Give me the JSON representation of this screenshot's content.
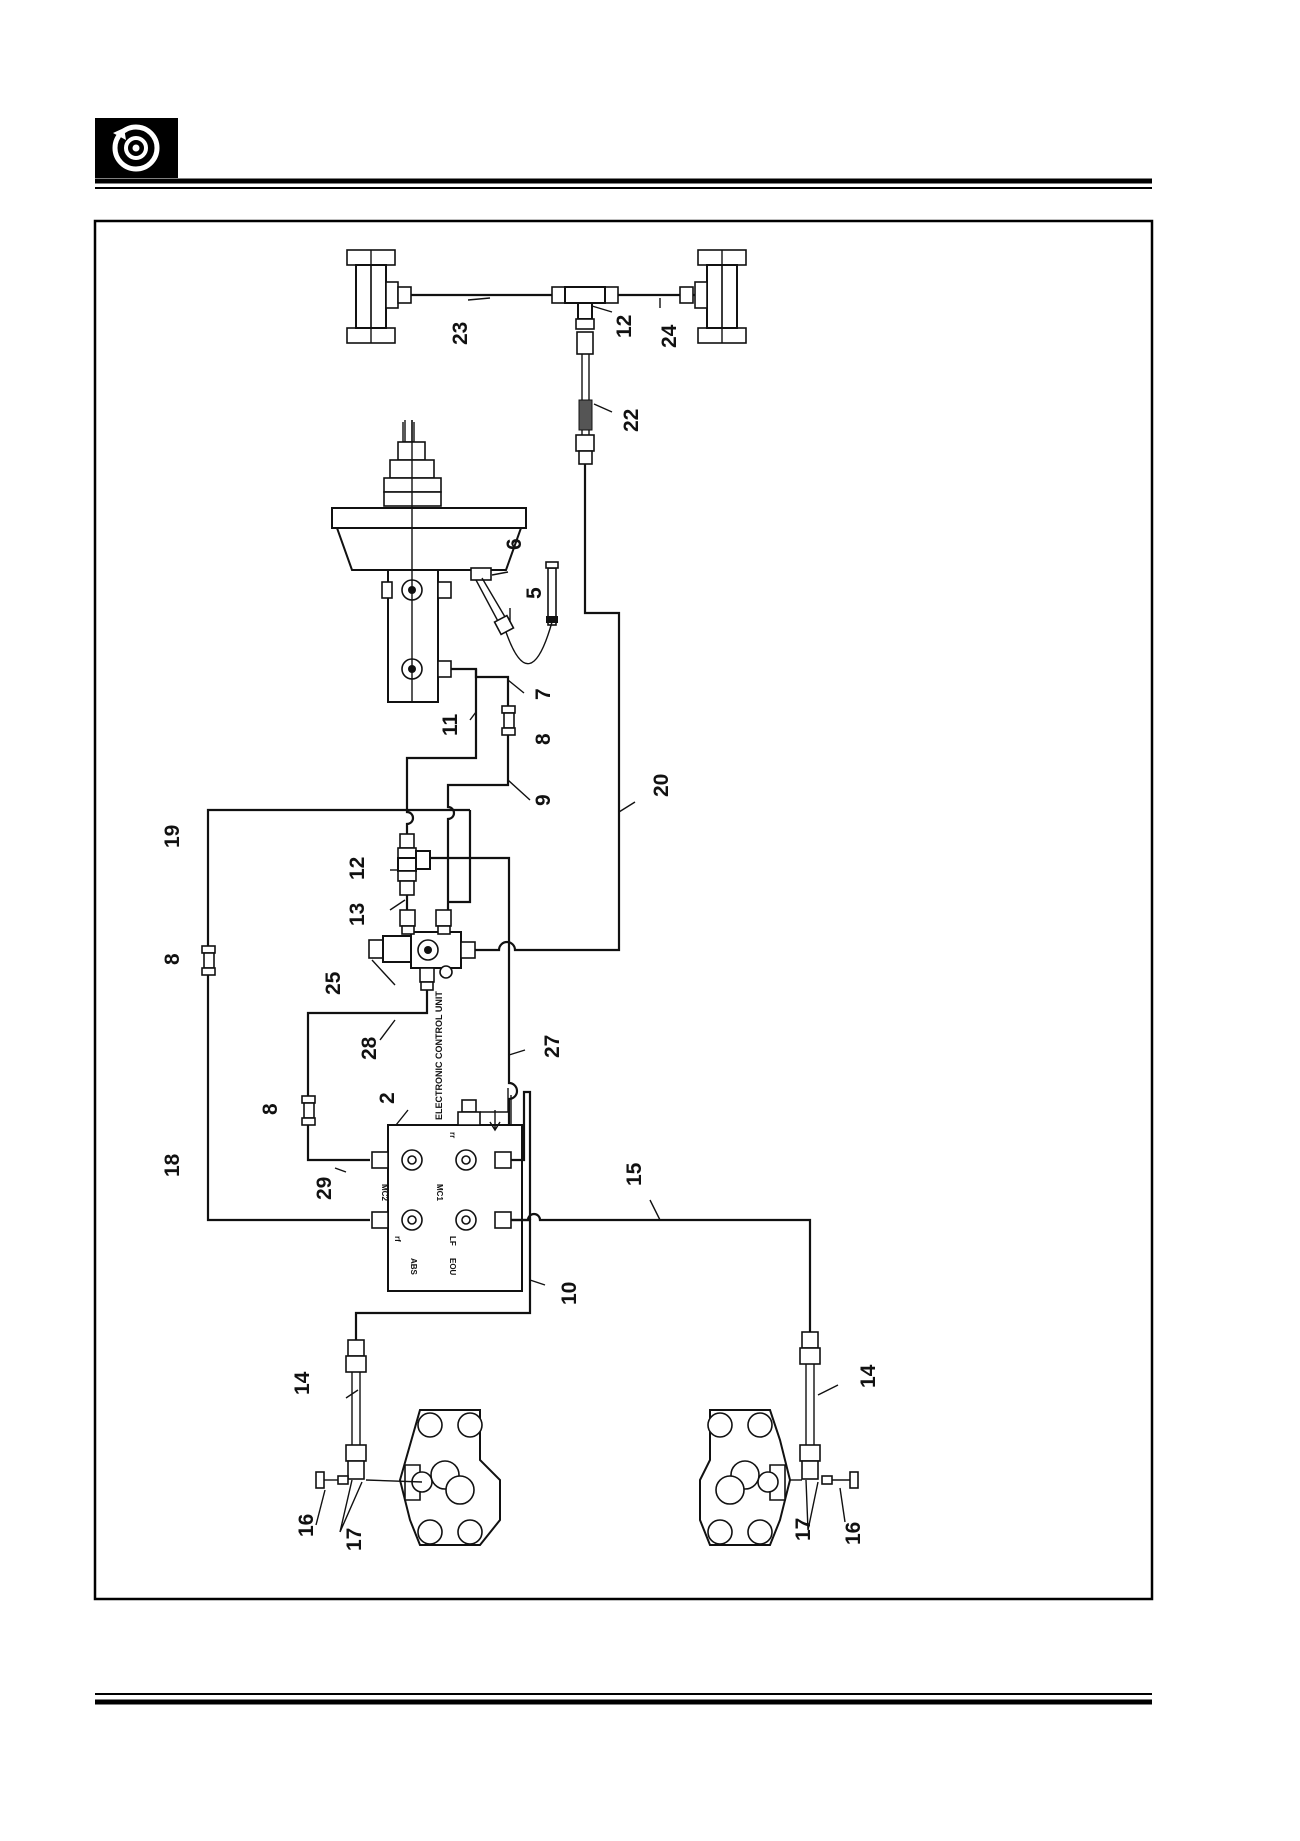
{
  "header": {
    "icon": "brake-disc-icon"
  },
  "diagram": {
    "ecu_title": "ELECTRONIC CONTROL UNIT",
    "ecu_ports": {
      "mc2": "MC2",
      "mc1": "MC1",
      "abs": "ABS",
      "rr": "rr",
      "lf": "LF",
      "rf": "rf",
      "eou": "EOU"
    },
    "callouts": {
      "c2": "2",
      "c5": "5",
      "c6": "6",
      "c7": "7",
      "c8a": "8",
      "c8b": "8",
      "c8c": "8",
      "c9": "9",
      "c10": "10",
      "c11": "11",
      "c12a": "12",
      "c12b": "12",
      "c13": "13",
      "c14a": "14",
      "c14b": "14",
      "c15": "15",
      "c16a": "16",
      "c16b": "16",
      "c17a": "17",
      "c17b": "17",
      "c18": "18",
      "c19": "19",
      "c20": "20",
      "c22": "22",
      "c23": "23",
      "c24": "24",
      "c25": "25",
      "c27": "27",
      "c28": "28",
      "c29": "29"
    }
  }
}
